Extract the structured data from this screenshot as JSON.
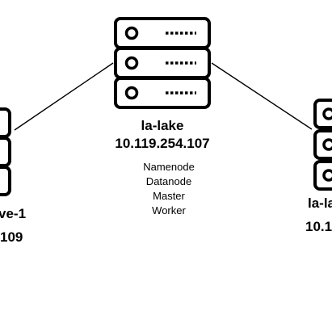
{
  "colors": {
    "stroke": "#000000",
    "background": "#ffffff",
    "text": "#000000"
  },
  "icons": {
    "server_unit": "server-rack-unit-icon"
  },
  "nodes": {
    "center": {
      "name": "la-lake",
      "ip": "10.119.254.107",
      "roles": [
        "Namenode",
        "Datanode",
        "Master",
        "Worker"
      ]
    },
    "left": {
      "name_fragment": "ve-1",
      "ip_fragment": "109"
    },
    "right": {
      "name_fragment": "la-la",
      "ip_fragment": "10.1"
    }
  },
  "connections": [
    {
      "from": "center",
      "to": "left"
    },
    {
      "from": "center",
      "to": "right"
    }
  ]
}
